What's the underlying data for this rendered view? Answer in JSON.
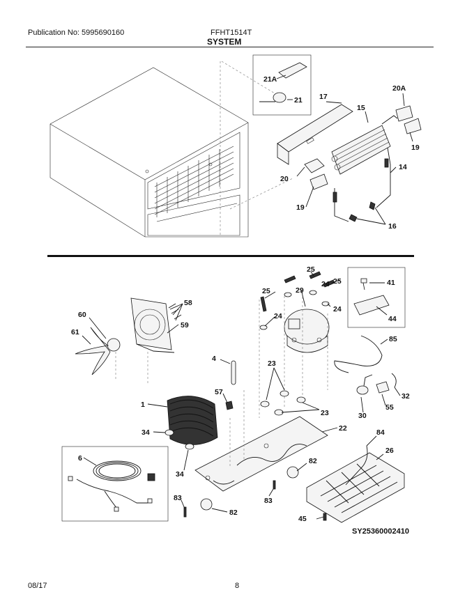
{
  "header": {
    "publication": "Publication No: 5995690160",
    "model": "FFHT1514T",
    "section": "SYSTEM"
  },
  "footer": {
    "date": "08/17",
    "page": "8"
  },
  "diagram_code": "SY25360002410",
  "callouts": {
    "c21a": "21A",
    "c21": "21",
    "c17": "17",
    "c15": "15",
    "c20a": "20A",
    "c19a": "19",
    "c20": "20",
    "c14": "14",
    "c19b": "19",
    "c16": "16",
    "c25a": "25",
    "c25b": "25",
    "c25c": "25",
    "c24a": "24",
    "c24b": "24",
    "c24c": "24",
    "c29": "29",
    "c41": "41",
    "c44": "44",
    "c58": "58",
    "c60": "60",
    "c59": "59",
    "c61": "61",
    "c85": "85",
    "c4": "4",
    "c23a": "23",
    "c23b": "23",
    "c57": "57",
    "c32": "32",
    "c55": "55",
    "c30": "30",
    "c1": "1",
    "c22": "22",
    "c34a": "34",
    "c84": "84",
    "c26": "26",
    "c6": "6",
    "c34b": "34",
    "c82a": "82",
    "c83a": "83",
    "c83b": "83",
    "c82b": "82",
    "c45": "45"
  }
}
